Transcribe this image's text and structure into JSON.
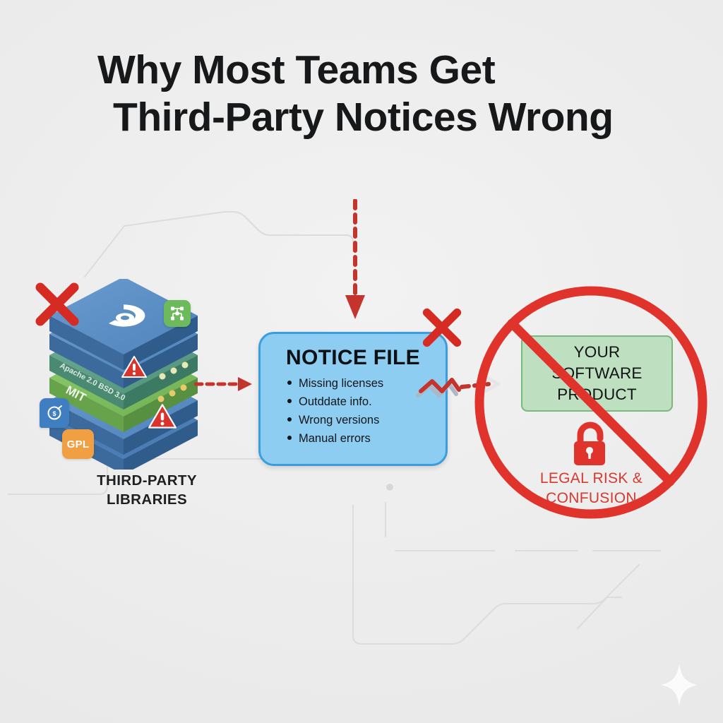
{
  "title": {
    "line1": "Why Most Teams Get",
    "line2": "Third-Party Notices Wrong"
  },
  "stack": {
    "caption_line1": "THIRD-PARTY",
    "caption_line2": "LIBRARIES",
    "layers": [
      {
        "name": "top-layer",
        "label": "",
        "color": "#5a8fc4",
        "logo": "package-logo"
      },
      {
        "name": "layer-2",
        "label": "",
        "color": "#5a8fc4"
      },
      {
        "name": "license-layer-apache",
        "label": "Apache 2.0 BSD 3.0",
        "color": "#5f9d87"
      },
      {
        "name": "license-layer-mit",
        "label": "MIT",
        "color": "#79bf5c"
      },
      {
        "name": "bottom-layer",
        "label": "",
        "color": "#5a8fc4"
      }
    ],
    "badges": [
      {
        "name": "dependency-graph-badge",
        "label": "",
        "color": "#6dba5c"
      },
      {
        "name": "scan-badge",
        "label": "",
        "color": "#3f7fc1"
      },
      {
        "name": "gpl-badge",
        "label": "GPL",
        "color": "#f0a042"
      }
    ],
    "warnings": 2
  },
  "notice": {
    "heading": "NOTICE FILE",
    "items": [
      "Missing licenses",
      "Outddate info.",
      "Wrong versions",
      "Manual errors"
    ]
  },
  "product": {
    "box_line1": "YOUR",
    "box_line2": "SOFTWARE",
    "box_line3": "PRODUCT",
    "risk_line1": "LEGAL RISK &",
    "risk_line2": "CONFUSION"
  },
  "colors": {
    "background": "#ededed",
    "title_text": "#17181a",
    "notice_fill": "#8ecdf2",
    "notice_border": "#3c9ddd",
    "product_fill": "#bfe0c0",
    "product_border": "#79b97b",
    "alert_red": "#d8392f",
    "prohibition_red": "#e0332b",
    "gpl_orange": "#f0a042",
    "mit_green": "#79bf5c",
    "trace_grey": "#dcdcdc"
  }
}
